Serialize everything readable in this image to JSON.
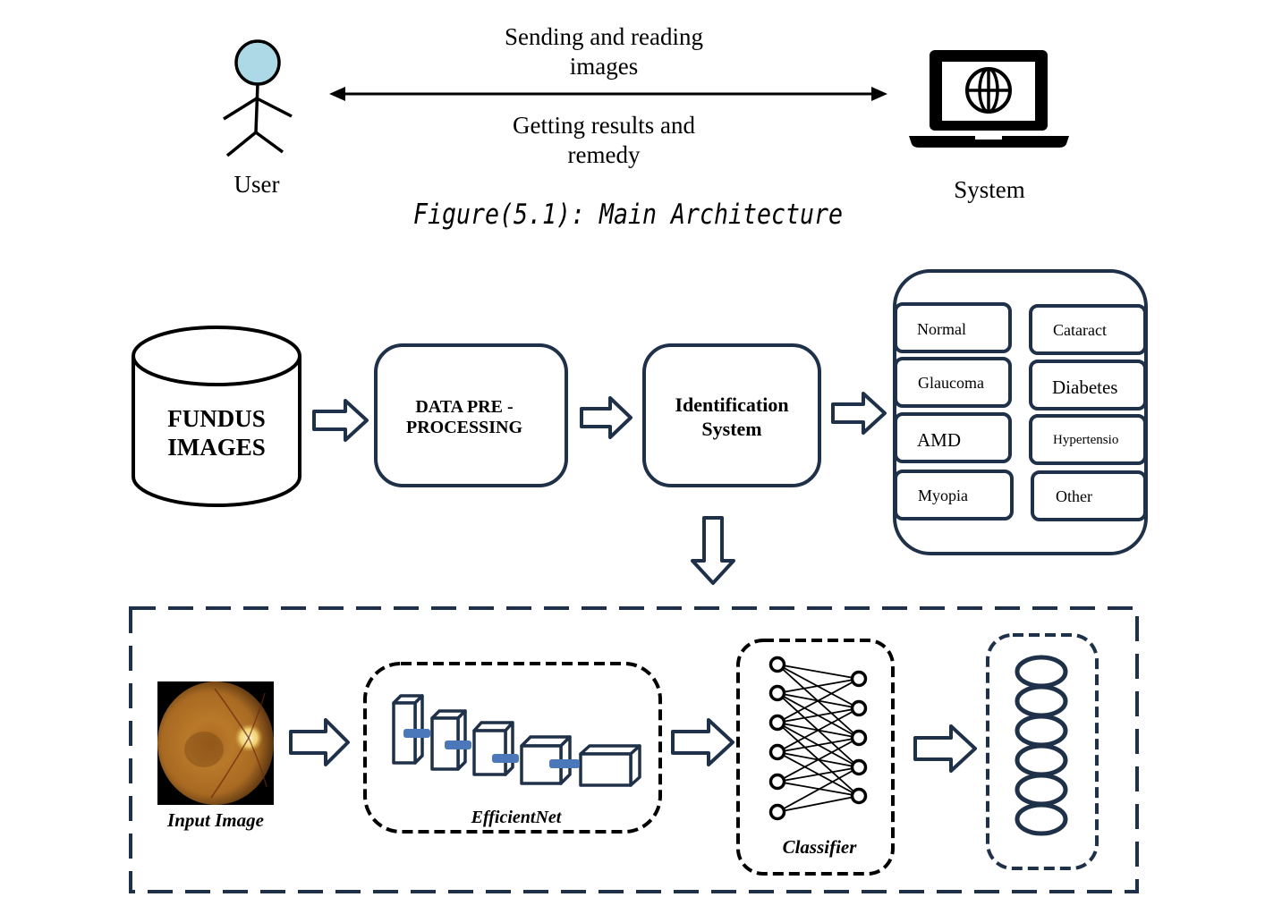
{
  "top": {
    "user_label": "User",
    "system_label": "System",
    "send_line1": "Sending and reading",
    "send_line2": "images",
    "result_line1": "Getting results and",
    "result_line2": "remedy",
    "caption": "Figure(5.1): Main Architecture"
  },
  "flow": {
    "fundus_line1": "FUNDUS",
    "fundus_line2": "IMAGES",
    "preprocess_line1": "DATA PRE -",
    "preprocess_line2": "PROCESSING",
    "ident_line1": "Identification",
    "ident_line2": "System",
    "classes": [
      "Normal",
      "Cataract",
      "Glaucoma",
      "Diabetes",
      "AMD",
      "Hypertensio",
      "Myopia",
      "Other"
    ]
  },
  "model": {
    "input_label": "Input Image",
    "backbone_label": "EfficientNet",
    "classifier_label": "Classifier"
  },
  "colors": {
    "navy": "#1f3049",
    "block_blue": "#4a78b8",
    "head_fill": "#add8e6"
  }
}
